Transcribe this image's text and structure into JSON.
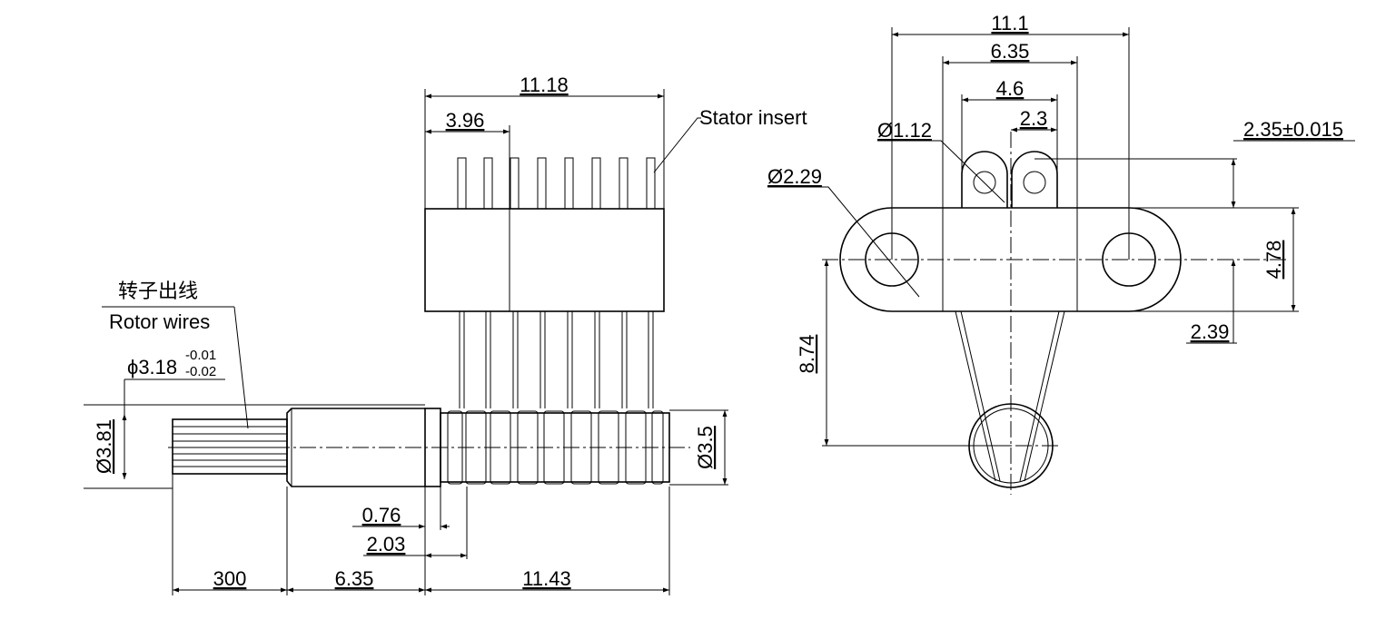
{
  "side_view": {
    "stator_width": "11.18",
    "stator_offset": "3.96",
    "stator_label": "Stator insert",
    "rotor_label_cn": "转子出线",
    "rotor_label_en": "Rotor wires",
    "shaft_dia_prefix": "ϕ3.18",
    "shaft_tol_upper": "-0.01",
    "shaft_tol_lower": "-0.02",
    "outer_dia": "Ø3.81",
    "body_dia": "Ø3.5",
    "flange": "0.76",
    "flange2": "2.03",
    "wire_len": "300",
    "shaft_len": "6.35",
    "body_len": "11.43"
  },
  "end_view": {
    "total_width": "11.1",
    "ear_spacing": "6.35",
    "tab_width": "4.6",
    "tab_half": "2.3",
    "tab_hole": "Ø1.12",
    "mount_hole": "Ø2.29",
    "tab_height": "2.35±0.015",
    "flange_height": "4.78",
    "flange_half": "2.39",
    "center_height": "8.74"
  }
}
